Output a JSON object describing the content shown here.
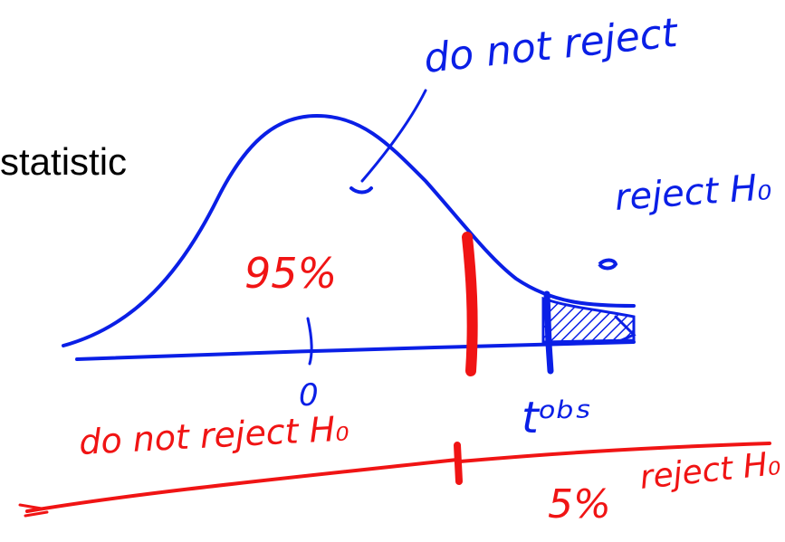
{
  "slide": {
    "typed_text": "statistic"
  },
  "annotations": {
    "top_label": "do not reject",
    "right_label": "reject H₀",
    "percent_95": "95%",
    "zero_mark": "0",
    "t_obs": "tᵒᵇˢ",
    "bottom_left_label": "do not reject H₀",
    "percent_5": "5%",
    "bottom_right_label": "reject H₀"
  },
  "colors": {
    "blue_ink": "#0a1fe6",
    "red_ink": "#f01414",
    "text": "#000000",
    "background": "#ffffff"
  }
}
